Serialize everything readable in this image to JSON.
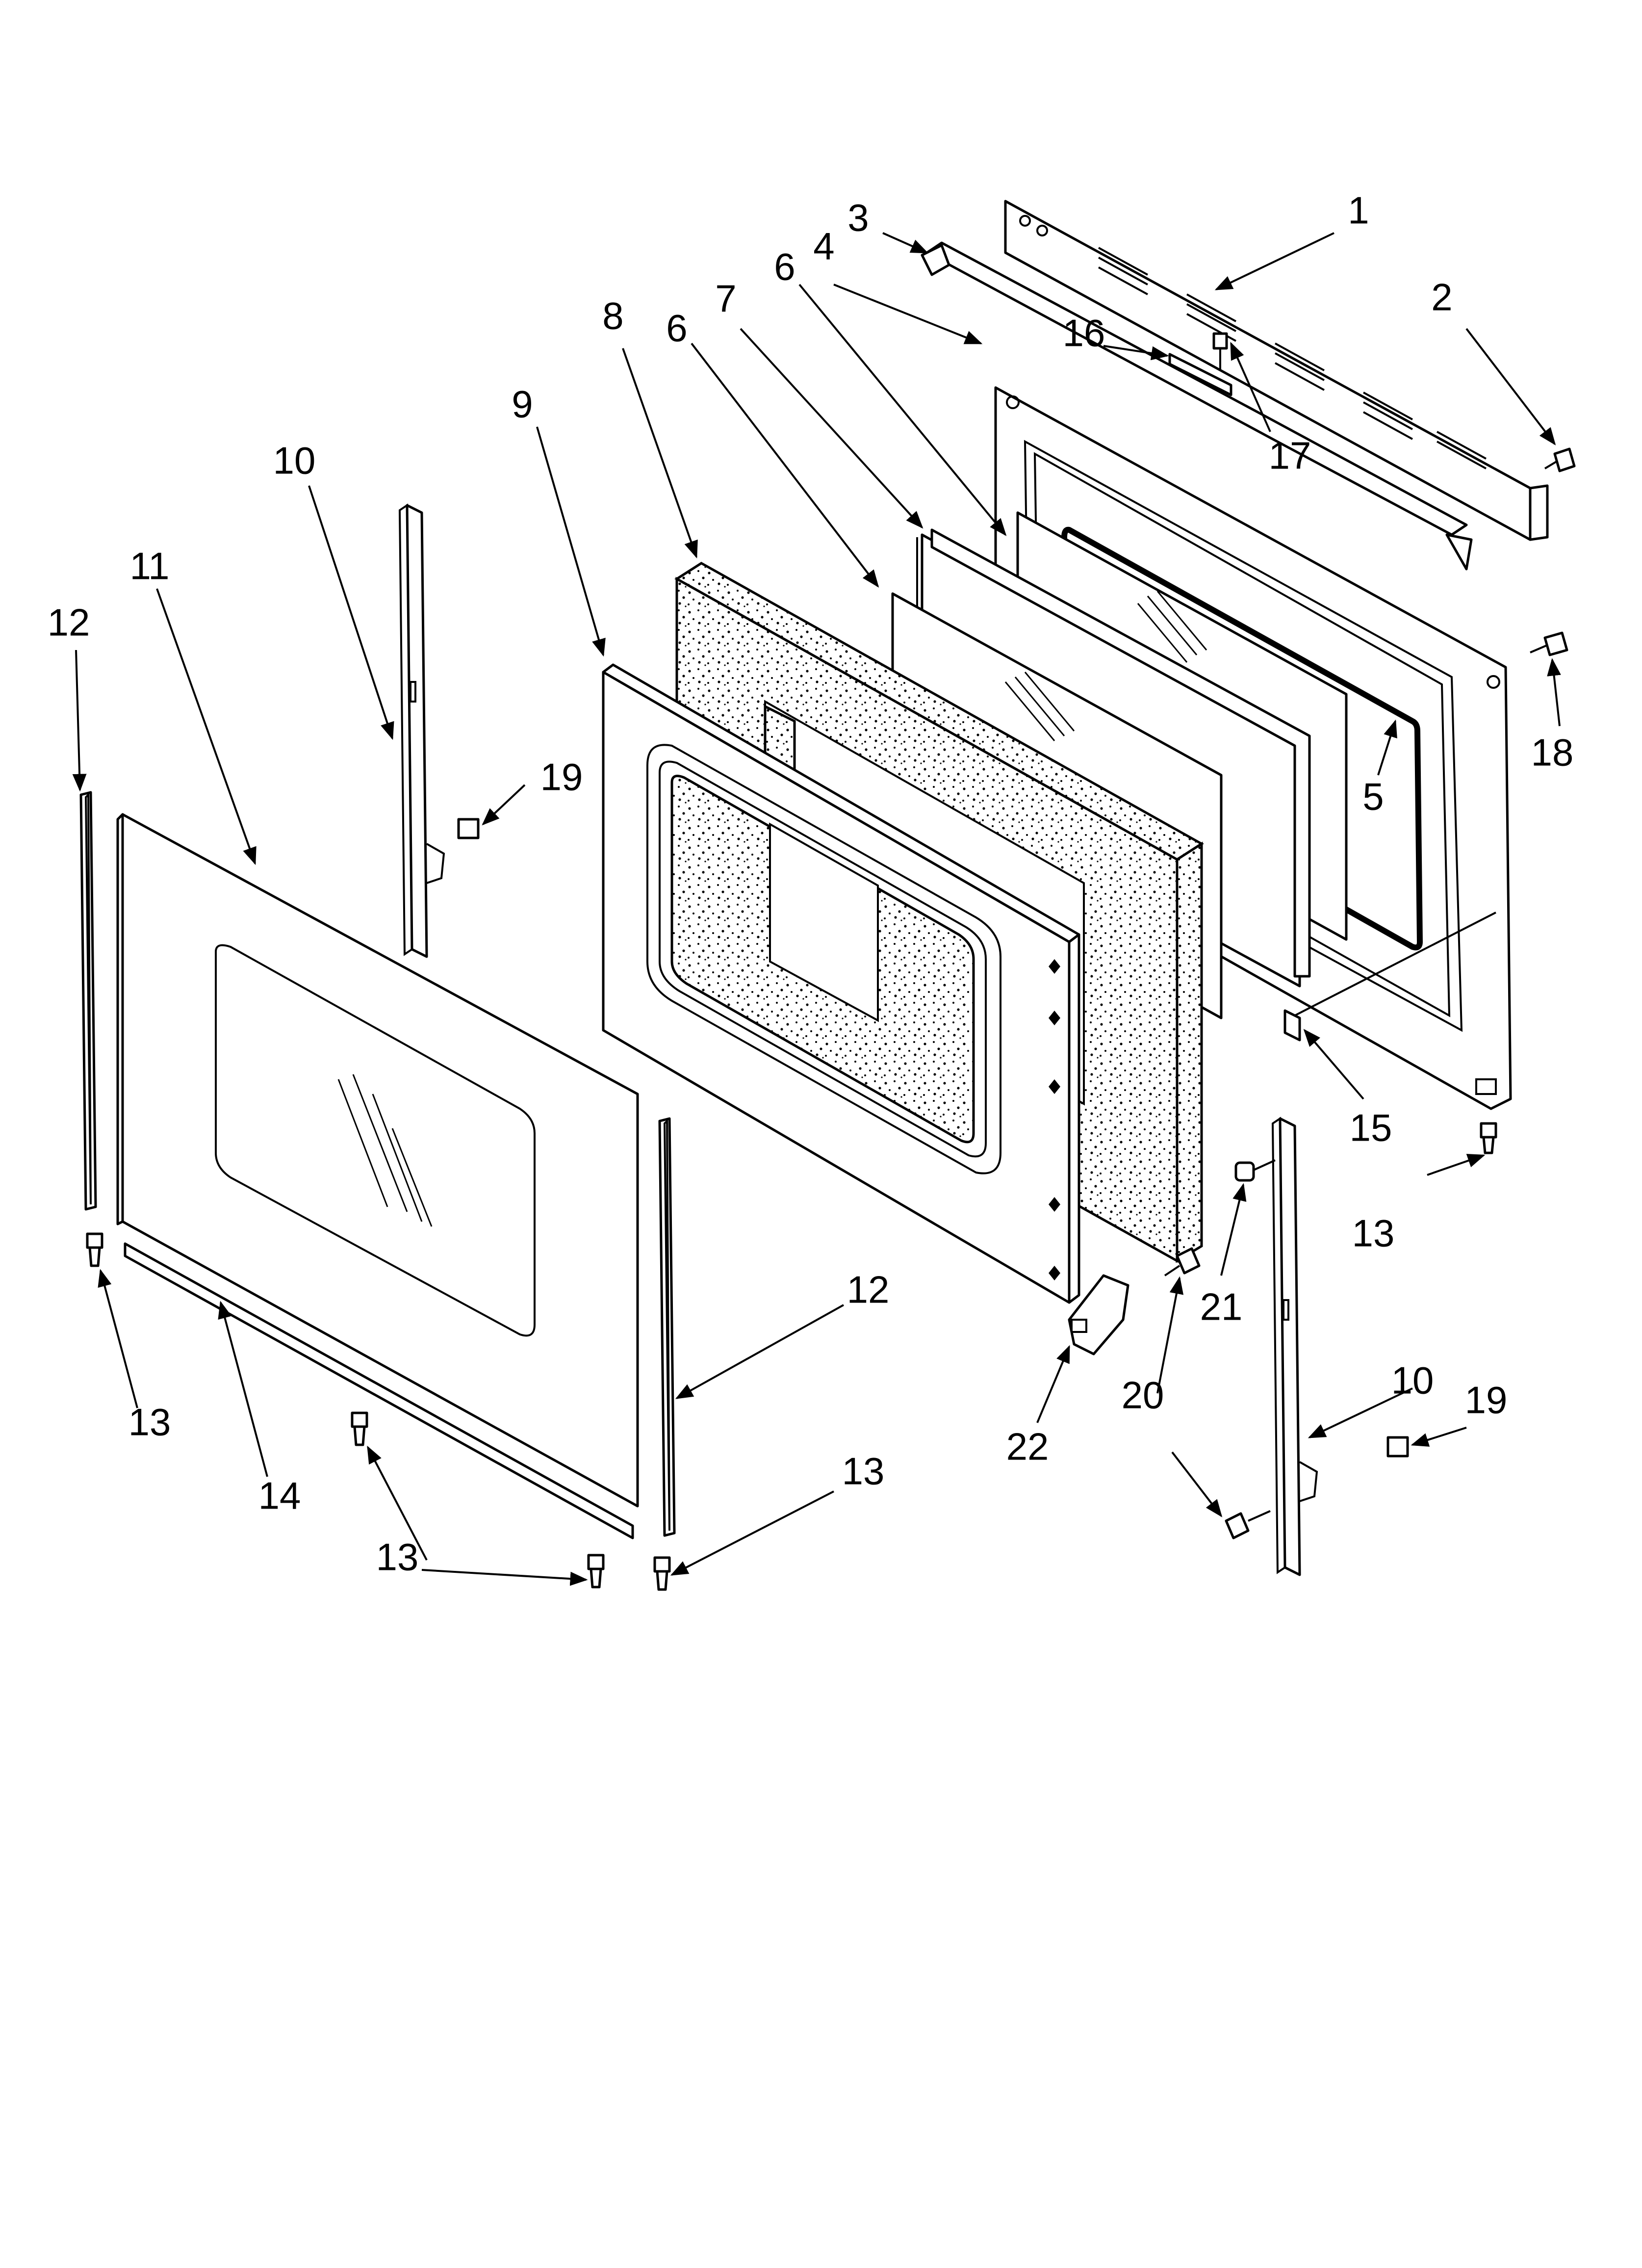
{
  "diagram": {
    "parts": [
      {
        "key": "p1",
        "text": "1"
      },
      {
        "key": "p2",
        "text": "2"
      },
      {
        "key": "p3",
        "text": "3"
      },
      {
        "key": "p4",
        "text": "4"
      },
      {
        "key": "p5",
        "text": "5"
      },
      {
        "key": "p6a",
        "text": "6"
      },
      {
        "key": "p6b",
        "text": "6"
      },
      {
        "key": "p7",
        "text": "7"
      },
      {
        "key": "p8",
        "text": "8"
      },
      {
        "key": "p9",
        "text": "9"
      },
      {
        "key": "p10a",
        "text": "10"
      },
      {
        "key": "p10b",
        "text": "10"
      },
      {
        "key": "p11",
        "text": "11"
      },
      {
        "key": "p12a",
        "text": "12"
      },
      {
        "key": "p12b",
        "text": "12"
      },
      {
        "key": "p13a",
        "text": "13"
      },
      {
        "key": "p13b",
        "text": "13"
      },
      {
        "key": "p13c",
        "text": "13"
      },
      {
        "key": "p13d",
        "text": "13"
      },
      {
        "key": "p14",
        "text": "14"
      },
      {
        "key": "p15",
        "text": "15"
      },
      {
        "key": "p16",
        "text": "16"
      },
      {
        "key": "p17",
        "text": "17"
      },
      {
        "key": "p18",
        "text": "18"
      },
      {
        "key": "p19a",
        "text": "19"
      },
      {
        "key": "p19b",
        "text": "19"
      },
      {
        "key": "p20",
        "text": "20"
      },
      {
        "key": "p21",
        "text": "21"
      },
      {
        "key": "p22",
        "text": "22"
      }
    ]
  }
}
